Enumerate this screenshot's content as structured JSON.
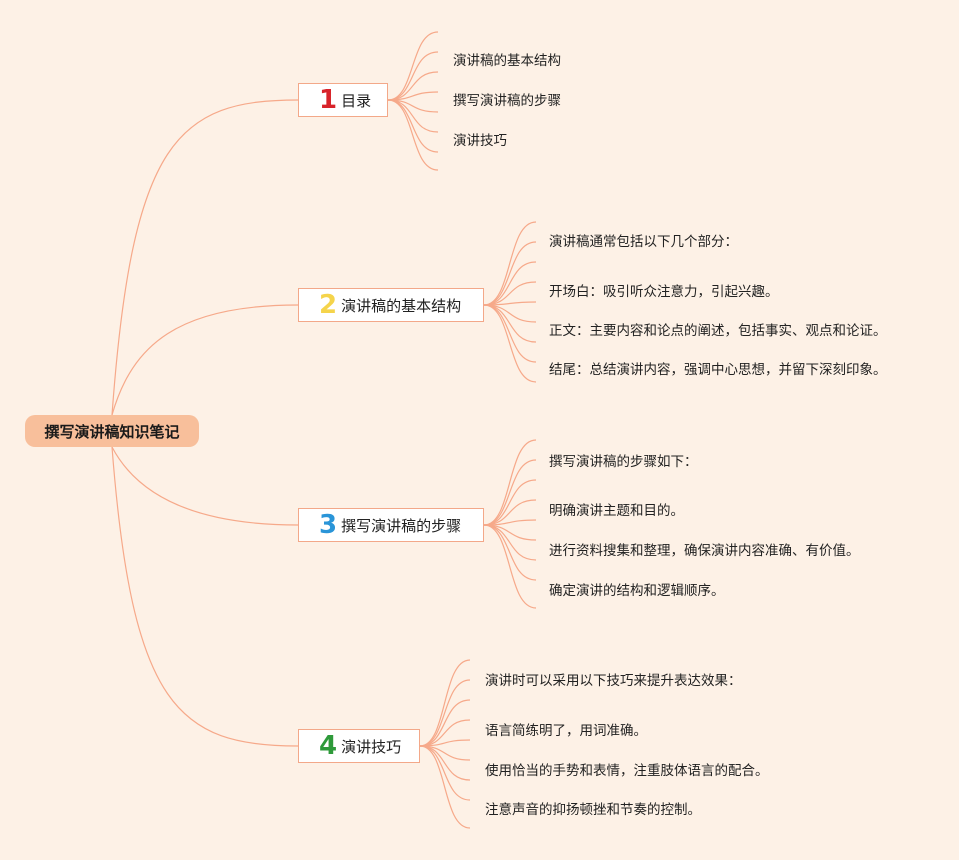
{
  "root": {
    "label": "撰写演讲稿知识笔记"
  },
  "colors": {
    "line": "#f6a98a",
    "root_bg": "#f8bf9b",
    "background": "#fdf1e6"
  },
  "branches": [
    {
      "number": "1",
      "number_color": "#d8232a",
      "label": "目录",
      "items": [
        "演讲稿的基本结构",
        "撰写演讲稿的步骤",
        "演讲技巧"
      ]
    },
    {
      "number": "2",
      "number_color": "#f5d44b",
      "label": "演讲稿的基本结构",
      "items": [
        "演讲稿通常包括以下几个部分：",
        "开场白：吸引听众注意力，引起兴趣。",
        "正文：主要内容和论点的阐述，包括事实、观点和论证。",
        "结尾：总结演讲内容，强调中心思想，并留下深刻印象。"
      ]
    },
    {
      "number": "3",
      "number_color": "#2a95d8",
      "label": "撰写演讲稿的步骤",
      "items": [
        "撰写演讲稿的步骤如下：",
        "明确演讲主题和目的。",
        "进行资料搜集和整理，确保演讲内容准确、有价值。",
        "确定演讲的结构和逻辑顺序。"
      ]
    },
    {
      "number": "4",
      "number_color": "#2e9a3a",
      "label": "演讲技巧",
      "items": [
        "演讲时可以采用以下技巧来提升表达效果：",
        "语言简练明了，用词准确。",
        "使用恰当的手势和表情，注重肢体语言的配合。",
        "注意声音的抑扬顿挫和节奏的控制。"
      ]
    }
  ]
}
